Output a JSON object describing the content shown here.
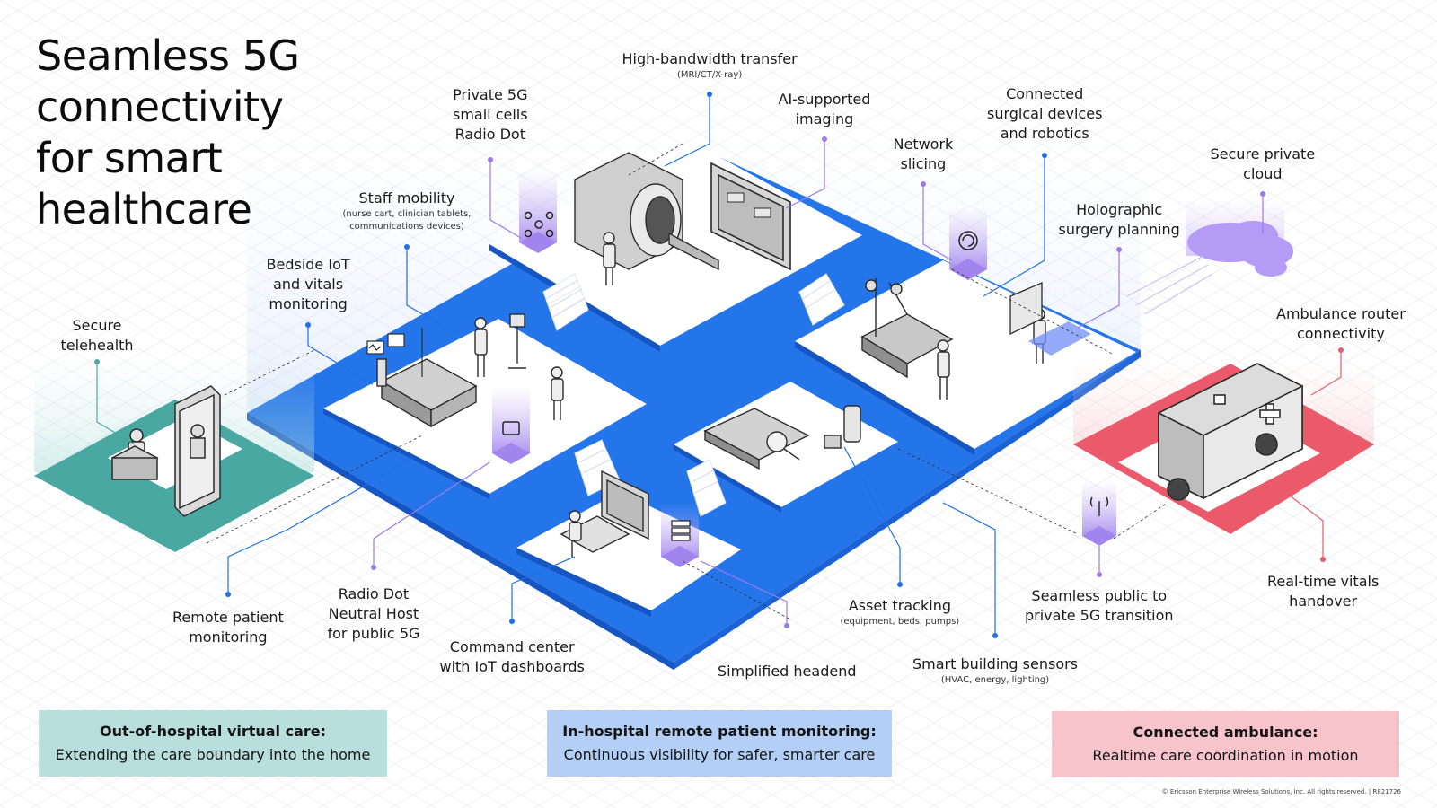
{
  "title": [
    "Seamless 5G",
    "connectivity",
    "for smart",
    "healthcare"
  ],
  "colors": {
    "teal_zone": "#4aa8a2",
    "blue_zone": "#1f6fe8",
    "red_zone": "#ea5a6a",
    "purple_accent": "#9b7bea",
    "box_teal": "#b9dfdc",
    "box_blue": "#b4cff6",
    "box_red": "#f6c4ca",
    "line_art": "#2b2b2b"
  },
  "icons": [
    "patient-chair-icon",
    "tablet-video-call-icon",
    "hospital-bed-icon",
    "vitals-monitor-icon",
    "nurse-cart-icon",
    "doctor-figure-icon",
    "mri-scanner-icon",
    "imaging-screen-icon",
    "radio-dot-icon",
    "network-slicing-icon",
    "surgical-robot-icon",
    "hologram-icon",
    "cloud-icon",
    "ambulance-icon",
    "antenna-icon",
    "asset-tracker-icon",
    "dashboard-screen-icon",
    "headend-server-icon"
  ],
  "labels": {
    "high_bandwidth": {
      "lines": [
        "High-bandwidth transfer"
      ],
      "sub": [
        "(MRI/CT/X-ray)"
      ]
    },
    "private_5g": {
      "lines": [
        "Private 5G",
        "small cells",
        "Radio Dot"
      ],
      "sub": []
    },
    "ai_imaging": {
      "lines": [
        "AI-supported",
        "imaging"
      ],
      "sub": []
    },
    "network_slicing": {
      "lines": [
        "Network",
        "slicing"
      ],
      "sub": []
    },
    "connected_surgical": {
      "lines": [
        "Connected",
        "surgical devices",
        "and robotics"
      ],
      "sub": []
    },
    "secure_cloud": {
      "lines": [
        "Secure private",
        "cloud"
      ],
      "sub": []
    },
    "holographic": {
      "lines": [
        "Holographic",
        "surgery planning"
      ],
      "sub": []
    },
    "staff_mobility": {
      "lines": [
        "Staff mobility"
      ],
      "sub": [
        "(nurse cart, clinician tablets,",
        "communications devices)"
      ]
    },
    "bedside_iot": {
      "lines": [
        "Bedside IoT",
        "and vitals",
        "monitoring"
      ],
      "sub": []
    },
    "secure_telehealth": {
      "lines": [
        "Secure",
        "telehealth"
      ],
      "sub": []
    },
    "ambulance_router": {
      "lines": [
        "Ambulance router",
        "connectivity"
      ],
      "sub": []
    },
    "remote_patient": {
      "lines": [
        "Remote patient",
        "monitoring"
      ],
      "sub": []
    },
    "radio_dot_neutral": {
      "lines": [
        "Radio Dot",
        "Neutral Host",
        "for public 5G"
      ],
      "sub": []
    },
    "command_center": {
      "lines": [
        "Command center",
        "with IoT dashboards"
      ],
      "sub": []
    },
    "simplified_headend": {
      "lines": [
        "Simplified headend"
      ],
      "sub": []
    },
    "asset_tracking": {
      "lines": [
        "Asset tracking"
      ],
      "sub": [
        "(equipment, beds, pumps)"
      ]
    },
    "smart_building": {
      "lines": [
        "Smart building sensors"
      ],
      "sub": [
        "(HVAC, energy, lighting)"
      ]
    },
    "seamless_transition": {
      "lines": [
        "Seamless public to",
        "private 5G transition"
      ],
      "sub": []
    },
    "realtime_vitals": {
      "lines": [
        "Real-time vitals",
        "handover"
      ],
      "sub": []
    }
  },
  "boxes": {
    "out_of_hospital": {
      "heading": "Out-of-hospital virtual care:",
      "desc": "Extending the care boundary into the home"
    },
    "in_hospital": {
      "heading": "In-hospital remote patient monitoring:",
      "desc": "Continuous visibility for safer, smarter care"
    },
    "ambulance": {
      "heading": "Connected ambulance:",
      "desc": "Realtime care coordination in motion"
    }
  },
  "copyright": "© Ericsson Enterprise Wireless Solutions, Inc. All rights reserved. | R821726"
}
